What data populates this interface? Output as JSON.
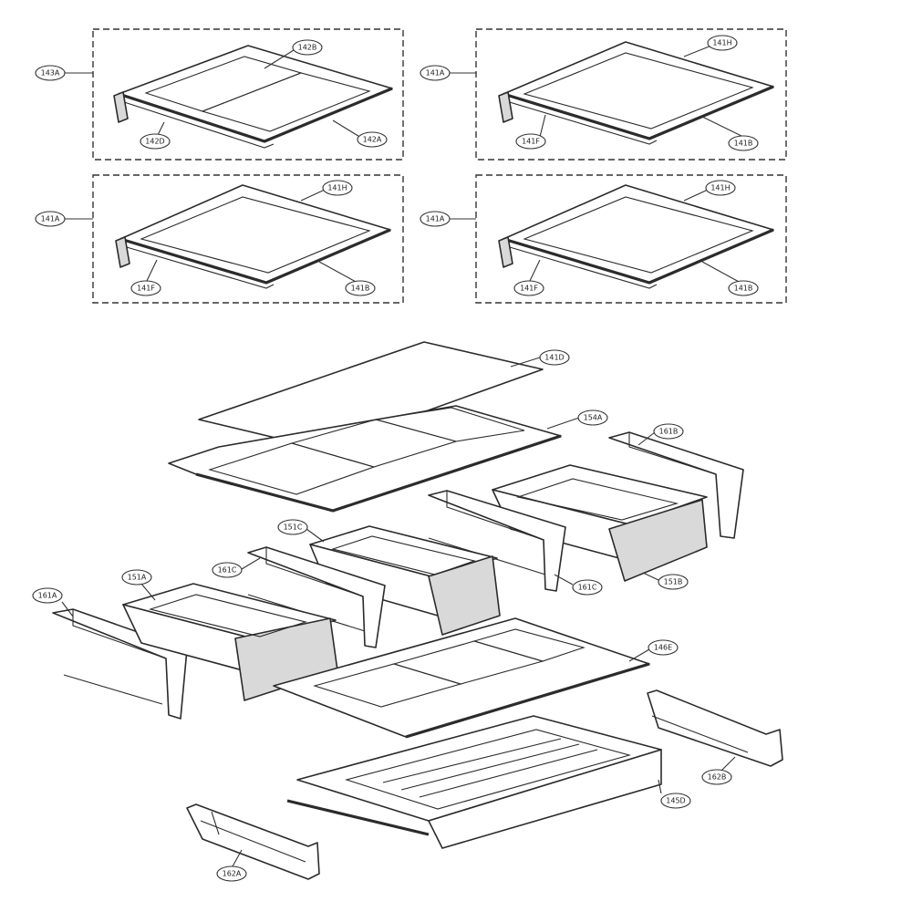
{
  "callouts": {
    "c143A": "143A",
    "c142B": "142B",
    "c142D": "142D",
    "c142A": "142A",
    "c141A_1": "141A",
    "c141H_1": "141H",
    "c141F_1": "141F",
    "c141B_1": "141B",
    "c141A_2": "141A",
    "c141H_2": "141H",
    "c141F_2": "141F",
    "c141B_2": "141B",
    "c141A_3": "141A",
    "c141H_3": "141H",
    "c141F_3": "141F",
    "c141B_3": "141B",
    "c141D": "141D",
    "c154A": "154A",
    "c161B": "161B",
    "c151C": "151C",
    "c161C_1": "161C",
    "c161C_2": "161C",
    "c151A": "151A",
    "c151B": "151B",
    "c161A": "161A",
    "c146E": "146E",
    "c162B": "162B",
    "c145D": "145D",
    "c162A": "162A"
  }
}
